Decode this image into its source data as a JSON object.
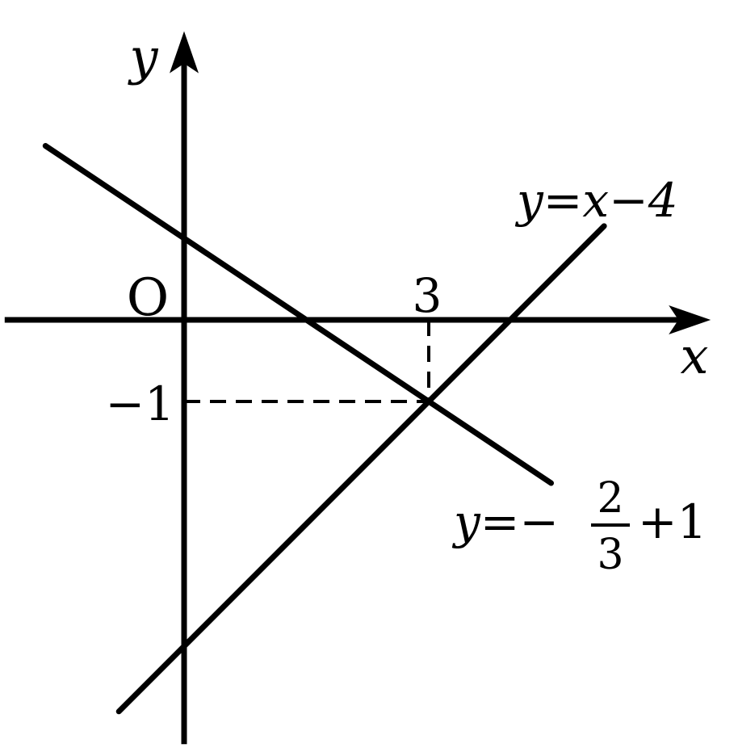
{
  "axes": {
    "x_label": "x",
    "y_label": "y",
    "origin_label": "O",
    "x_range": [
      -2.2,
      6.2
    ],
    "y_range": [
      -5.2,
      3.4
    ]
  },
  "lines": [
    {
      "label_lhs": "y",
      "label_eq": "=",
      "label_rhs": "x−4",
      "slope": 1,
      "intercept": -4,
      "x_from": -0.8,
      "x_to": 5.15
    },
    {
      "label_lhs": "y",
      "label_eq": "=−",
      "frac_num": "2",
      "frac_den": "3",
      "label_tail": "+1",
      "slope": -0.6667,
      "intercept": 1,
      "x_from": -1.7,
      "x_to": 4.5
    }
  ],
  "intersection": {
    "x": 3,
    "y": -1
  },
  "tick_labels": {
    "x_tick": "3",
    "y_tick": "−1"
  },
  "colors": {
    "ink": "#000000"
  }
}
